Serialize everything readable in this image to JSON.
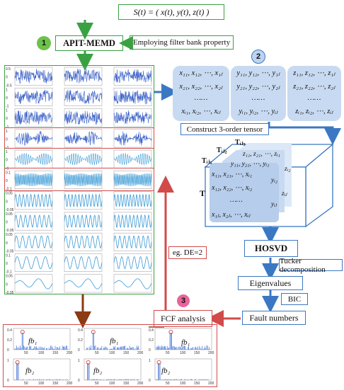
{
  "signal_formula": "S(t) = ( x(t), y(t), z(t) )",
  "apit_memd": "APIT-MEMD",
  "filter_bank_note": "Employing filter bank property",
  "step_labels": [
    "1",
    "2",
    "3"
  ],
  "imf_ticks": [
    "0.5",
    "0",
    "-0.5",
    "1",
    "0",
    "-1",
    "1",
    "0",
    "-1",
    "1",
    "0",
    "-1",
    "1",
    "0",
    "-1",
    "0.1",
    "0",
    "-0.1",
    "0.05",
    "0",
    "-0.05",
    "0.05",
    "0",
    "-0.05",
    "0.05",
    "0",
    "-0.05",
    "0.1",
    "0",
    "-0.1",
    "0.05",
    "0",
    "-0.05"
  ],
  "matrices": [
    {
      "rows": [
        "x₁₁, x₁₂, ⋯, x₁ⱼ",
        "x₂₁, x₂₂, ⋯, x₂ⱼ",
        "……",
        "xᵢ₁, xᵢ₂, ⋯, xᵢⱼ"
      ]
    },
    {
      "rows": [
        "y₁₁, y₁₂, ⋯, y₁ⱼ",
        "y₂₁, y₂₂, ⋯, y₂ⱼ",
        "……",
        "yᵢ₁, yᵢ₂, ⋯, yᵢⱼ"
      ]
    },
    {
      "rows": [
        "z₁₁, z₁₂, ⋯, z₁ⱼ",
        "z₂₁, z₂₂, ⋯, z₂ⱼ",
        "……",
        "zᵢ₁, zᵢ₂, ⋯, zᵢⱼ"
      ]
    }
  ],
  "construct_tensor": "Construct 3-order tensor",
  "tensor": {
    "T": "T",
    "T_ij1": "Tᵢⱼ₁",
    "T_ij2": "Tᵢⱼ₂",
    "T_ij3": "Tᵢⱼ₃",
    "front_rows": [
      "x₁₁, x₂₁, ⋯, xᵢ₁",
      "x₁₂, x₂₂, ⋯, xᵢ₂",
      "……",
      "x₁ⱼ, x₂ⱼ, ⋯, xᵢⱼ"
    ],
    "mid_top": "y₁₁, y₂₁, ⋯, yᵢ₁",
    "back_top": "z₁₁, z₂₁, ⋯, zᵢ₁",
    "side_y": [
      "yᵢ₂",
      "yᵢⱼ"
    ],
    "side_z": [
      "zᵢ₂",
      "zᵢⱼ"
    ]
  },
  "hosvd": "HOSVD",
  "tucker": "Tucker decomposition",
  "eigenvalues": "Eigenvalues",
  "bic": "BIC",
  "fault_numbers": "Fault numbers",
  "fcf_analysis": "FCF analysis",
  "eg_de": "eg. DE=2",
  "spectra": {
    "top_labels": [
      "fb₁",
      "fb₁",
      "fb₁"
    ],
    "bottom_labels": [
      "fb₂",
      "fb₂",
      "fb₂"
    ],
    "y_ticks_top": [
      "0.4",
      "0.2",
      "0"
    ],
    "x_ticks": [
      "50",
      "100",
      "150",
      "200"
    ],
    "y_ticks_bottom": [
      "1",
      "0"
    ]
  },
  "colors": {
    "green": "#3aa143",
    "red": "#d14b4b",
    "blue": "#3b78c4",
    "matrix_fill": "#c8daf1",
    "brown_arrow": "#8b3a12",
    "circle1": "#6cc24a",
    "circle2": "#bcd4f0",
    "circle3": "#e8649a"
  }
}
